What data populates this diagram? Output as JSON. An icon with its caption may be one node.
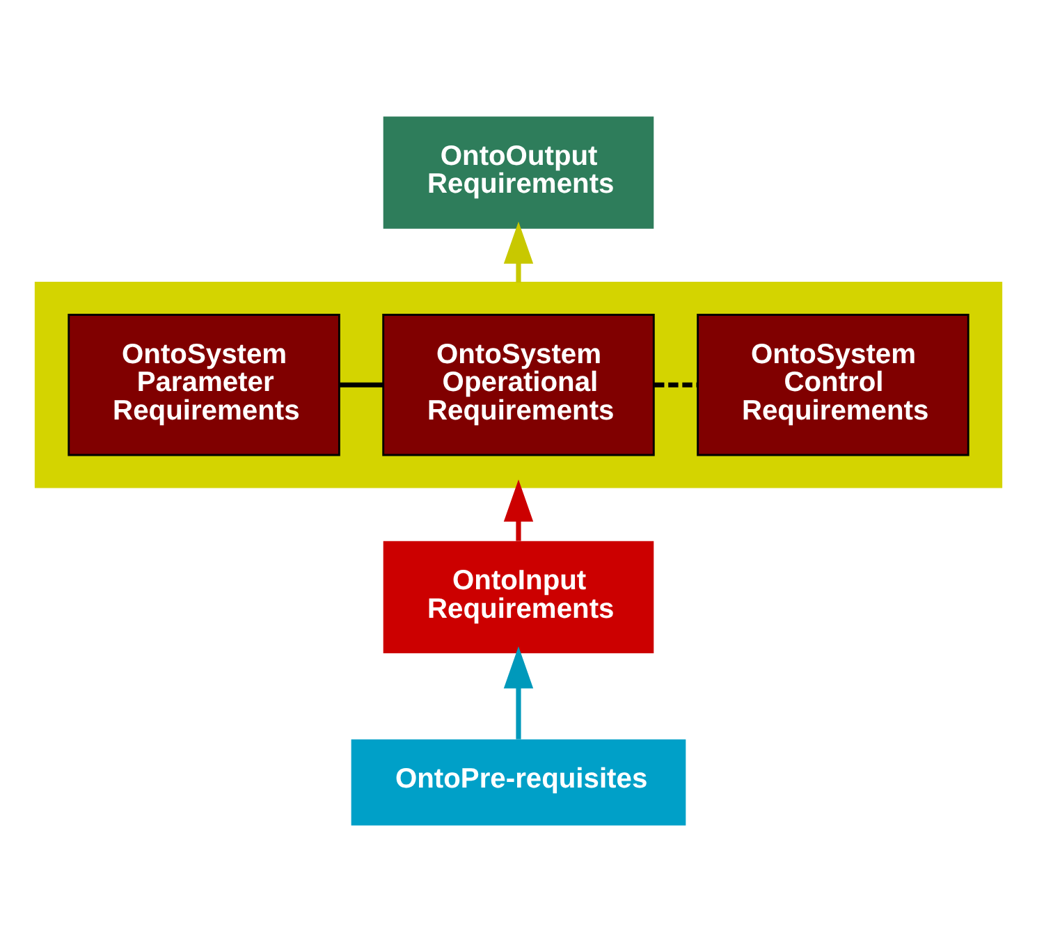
{
  "diagram": {
    "nodes": [
      {
        "text": [
          "OntoOutput Requirements"
        ]
      },
      {
        "text": [],
        "shape": "box"
      },
      {
        "text": [
          "OntoSystem Parameter Requirements"
        ],
        "in": 1
      },
      {
        "text": [
          "OntoSystem Operational Requirements"
        ],
        "in": 1
      },
      {
        "text": [
          "OntoSystem Control Requirements"
        ],
        "in": 1
      },
      {
        "text": [
          "OntoInput Requirements"
        ]
      },
      {
        "text": [
          "OntoPre-requisites"
        ]
      }
    ],
    "edges": [
      {
        "from": 6,
        "to": 5,
        "arrow": "to",
        "color": "#0099bb"
      },
      {
        "from": 5,
        "to": 1,
        "arrow": "to",
        "color": "#cc0000"
      },
      {
        "from": 1,
        "to": 0,
        "arrow": "to",
        "color": "#c8c800"
      },
      {
        "from": 2,
        "to": 3,
        "arrow": "none"
      },
      {
        "from": 3,
        "to": 4,
        "arrow": "none",
        "style": "dashed"
      }
    ]
  }
}
